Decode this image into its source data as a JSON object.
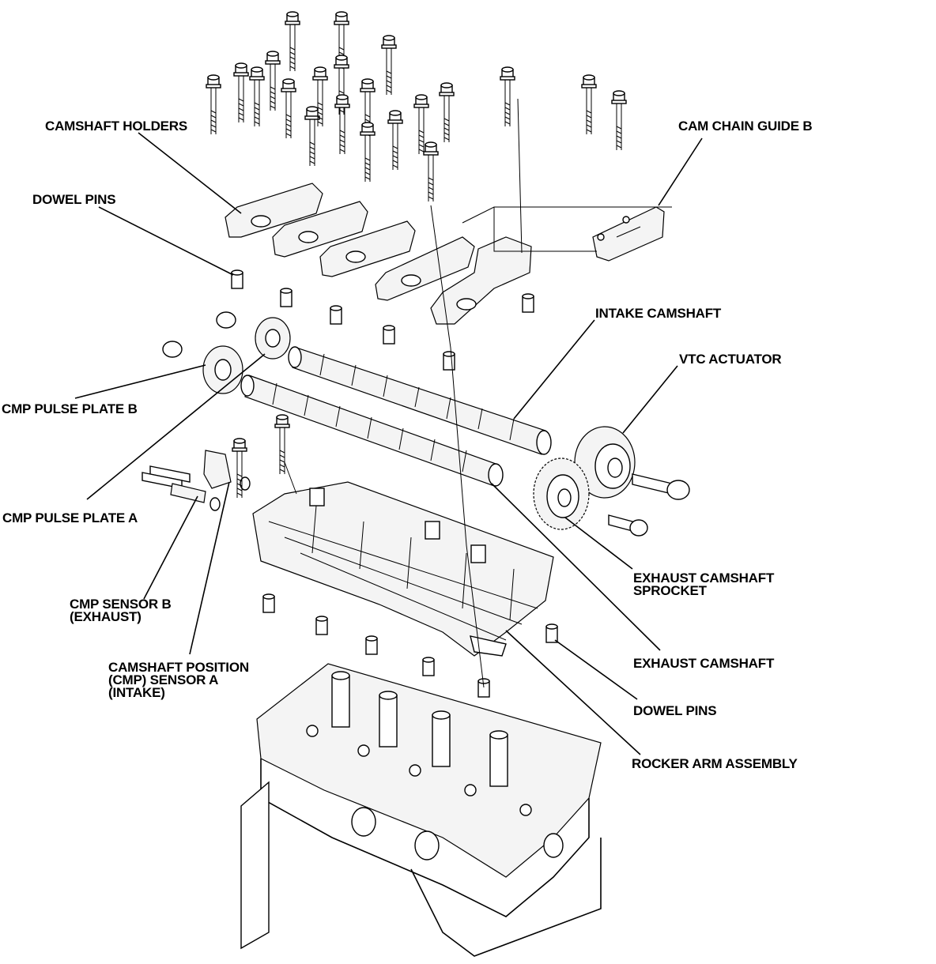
{
  "labels": {
    "camshaft_holders": "CAMSHAFT HOLDERS",
    "cam_chain_guide_b": "CAM CHAIN GUIDE B",
    "dowel_pins_top": "DOWEL PINS",
    "intake_camshaft": "INTAKE CAMSHAFT",
    "vtc_actuator": "VTC ACTUATOR",
    "cmp_pulse_plate_b": "CMP PULSE PLATE B",
    "cmp_pulse_plate_a": "CMP PULSE PLATE A",
    "exhaust_camshaft_sprocket_1": "EXHAUST CAMSHAFT",
    "exhaust_camshaft_sprocket_2": "SPROCKET",
    "cmp_sensor_b_1": "CMP SENSOR B",
    "cmp_sensor_b_2": "(EXHAUST)",
    "exhaust_camshaft": "EXHAUST CAMSHAFT",
    "cmp_sensor_a_1": "CAMSHAFT POSITION",
    "cmp_sensor_a_2": "(CMP) SENSOR A",
    "cmp_sensor_a_3": "(INTAKE)",
    "dowel_pins_bottom": "DOWEL PINS",
    "rocker_arm_assembly": "ROCKER ARM ASSEMBLY"
  }
}
